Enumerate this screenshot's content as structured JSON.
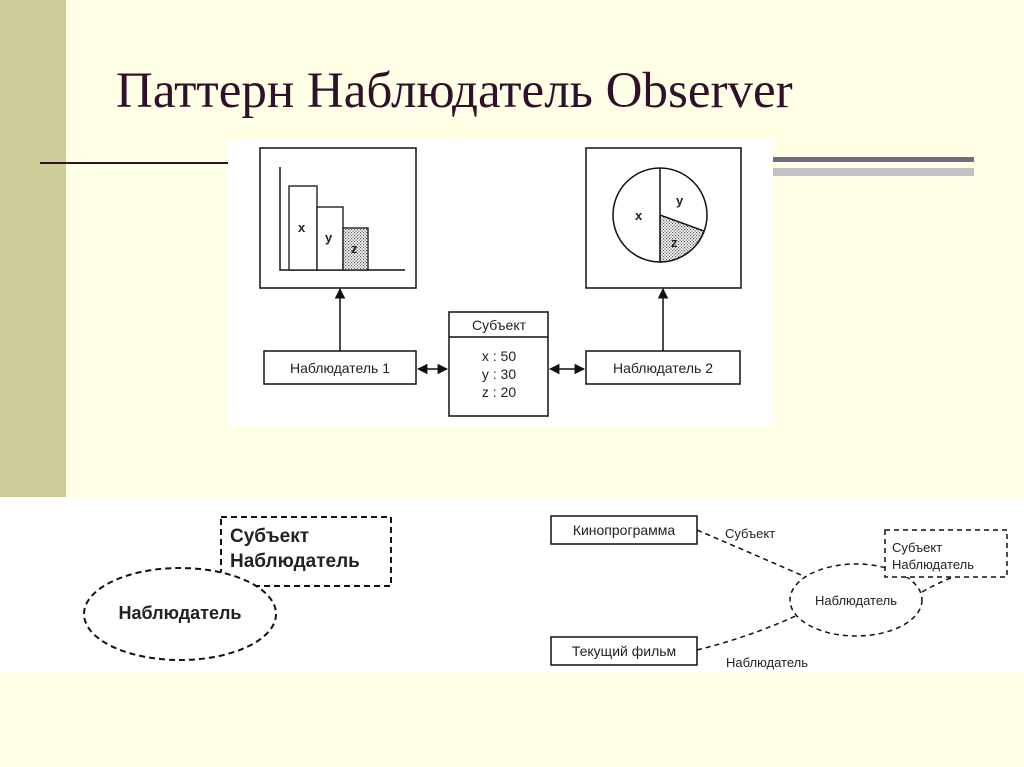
{
  "slide": {
    "title": "Паттерн Наблюдатель Observer"
  },
  "diagram_top": {
    "bar_chart": {
      "bars": [
        "x",
        "y",
        "z"
      ]
    },
    "pie_chart": {
      "slices": [
        "x",
        "y",
        "z"
      ]
    },
    "observer1": "Наблюдатель 1",
    "observer2": "Наблюдатель 2",
    "subject": {
      "title": "Субъект",
      "values": [
        "x : 50",
        "y : 30",
        "z : 20"
      ]
    }
  },
  "diagram_left": {
    "role_line1": "Субъект",
    "role_line2": "Наблюдатель",
    "ellipse_label": "Наблюдатель"
  },
  "diagram_right": {
    "kinoprogramma": "Кинопрограмма",
    "current_film": "Текущий фильм",
    "edge_subject": "Субъект",
    "edge_observer": "Наблюдатель",
    "center_label": "Наблюдатель",
    "role_line1": "Субъект",
    "role_line2": "Наблюдатель"
  }
}
